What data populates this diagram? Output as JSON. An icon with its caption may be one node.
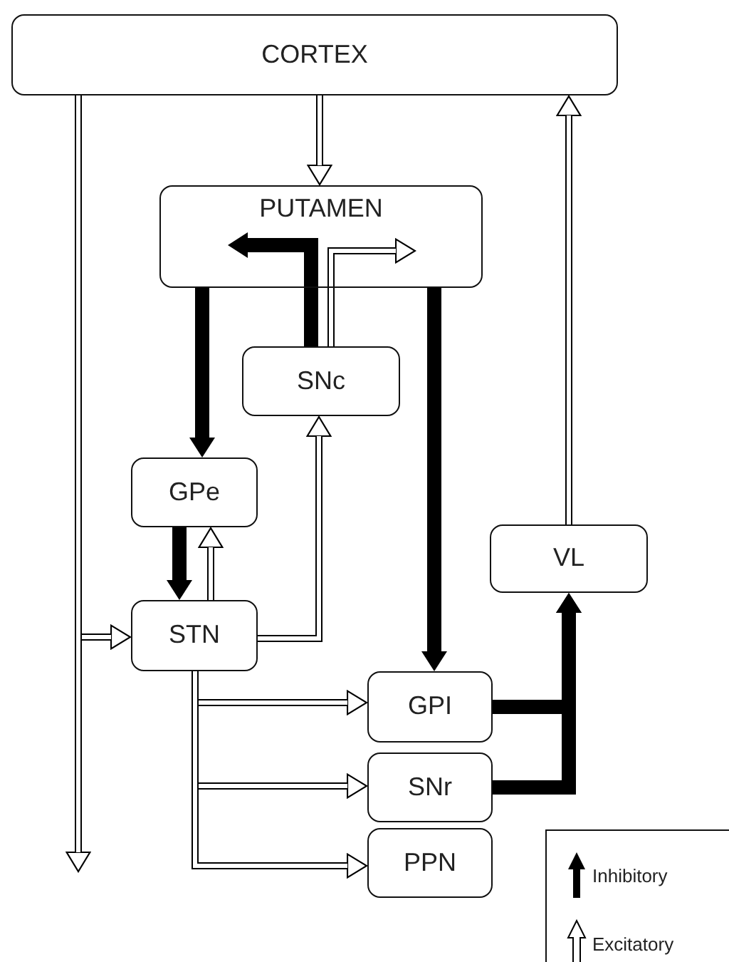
{
  "diagram": {
    "nodes": [
      {
        "text": [
          "CORTEX"
        ]
      },
      {
        "text": [
          "PUTAMEN"
        ]
      },
      {
        "text": [
          "SNc"
        ]
      },
      {
        "text": [
          "GPe"
        ]
      },
      {
        "text": [
          "STN"
        ]
      },
      {
        "text": [
          "GPI"
        ]
      },
      {
        "text": [
          "SNr"
        ]
      },
      {
        "text": [
          "PPN"
        ]
      },
      {
        "text": [
          "VL"
        ]
      }
    ],
    "edges": [
      {
        "from": 0,
        "to": 1,
        "arrow": "to"
      },
      {
        "from": 0,
        "to": 4,
        "arrow": "to"
      },
      {
        "from": 0,
        "to": null,
        "arrow": "to"
      },
      {
        "from": 2,
        "to": 1,
        "arrow": "to",
        "style": "thick"
      },
      {
        "from": 2,
        "to": 1,
        "arrow": "to"
      },
      {
        "from": 1,
        "to": 3,
        "arrow": "to",
        "style": "thick"
      },
      {
        "from": 1,
        "to": 5,
        "arrow": "to",
        "style": "thick"
      },
      {
        "from": 3,
        "to": 4,
        "arrow": "to",
        "style": "thick"
      },
      {
        "from": 4,
        "to": 3,
        "arrow": "to"
      },
      {
        "from": 4,
        "to": 2,
        "arrow": "to"
      },
      {
        "from": 4,
        "to": 5,
        "arrow": "to"
      },
      {
        "from": 4,
        "to": 6,
        "arrow": "to"
      },
      {
        "from": 4,
        "to": 7,
        "arrow": "to"
      },
      {
        "from": 5,
        "to": 8,
        "arrow": "to",
        "style": "thick"
      },
      {
        "from": 6,
        "to": 8,
        "arrow": "to",
        "style": "thick"
      },
      {
        "from": 8,
        "to": 0,
        "arrow": "to"
      }
    ],
    "legend": [
      {
        "text": "Inhibitory"
      },
      {
        "text": "Excitatory"
      }
    ]
  }
}
